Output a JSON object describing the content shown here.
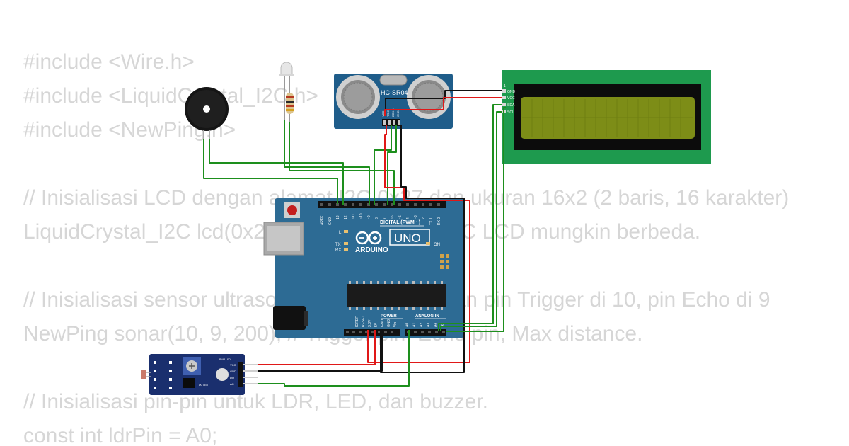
{
  "code": {
    "lines": [
      "#include <Wire.h>",
      "#include <LiquidCrystal_I2C.h>",
      "#include <NewPing.h>",
      "",
      "// Inisialisasi LCD dengan alamat I2C 0x27 dan ukuran 16x2 (2 baris, 16 karakter)",
      "LiquidCrystal_I2C lcd(0x27, 16, 2); // Alamat I2C LCD mungkin berbeda.",
      "",
      "// Inisialisasi sensor ultrasonik HC-SR04 dengan pin Trigger di 10, pin Echo di 9",
      "NewPing sonar(10, 9, 200); // Trigger pin, Echo pin, Max distance.",
      "",
      "// Inisialisasi pin-pin untuk LDR, LED, dan buzzer.",
      "const int ldrPin = A0;"
    ]
  },
  "arduino": {
    "brand": "ARDUINO",
    "model": "UNO",
    "digital_label": "DIGITAL (PWM ~)",
    "on_label": "ON",
    "l_label": "L",
    "tx_label": "TX",
    "rx_label": "RX",
    "power_label": "POWER",
    "analog_label": "ANALOG IN",
    "top_pins": [
      "AREF",
      "GND",
      "13",
      "12",
      "~11",
      "~10",
      "~9",
      "8",
      "7",
      "~6",
      "~5",
      "4",
      "~3",
      "2",
      "TX 1",
      "RX 0"
    ],
    "power_pins": [
      "IOREF",
      "RESET",
      "3.3V",
      "5V",
      "GND",
      "GND",
      "Vin"
    ],
    "analog_pins": [
      "A0",
      "A1",
      "A2",
      "A3",
      "A4",
      "A5"
    ]
  },
  "ultrasonic": {
    "label": "HC-SR04",
    "pins": [
      "VCC",
      "TRIG",
      "ECHO",
      "GND"
    ]
  },
  "lcd": {
    "pins": [
      "GND",
      "VCC",
      "SDA",
      "SCL"
    ],
    "pin1_label": "1"
  },
  "ldr_module": {
    "pins": [
      "VCC",
      "GND",
      "DO",
      "AO"
    ],
    "led_labels": [
      "PWR LED",
      "DO LED"
    ]
  },
  "colors": {
    "arduino_board": "#2d6b94",
    "lcd_frame": "#1e9a4e",
    "lcd_screen": "#7d8d17",
    "ultrasonic_board": "#1f5d8a",
    "ldr_board": "#1a2f6e",
    "wire_green": "#1d8f1d",
    "wire_red": "#e01818",
    "wire_black": "#111111",
    "code_text": "#d6d6d6"
  }
}
